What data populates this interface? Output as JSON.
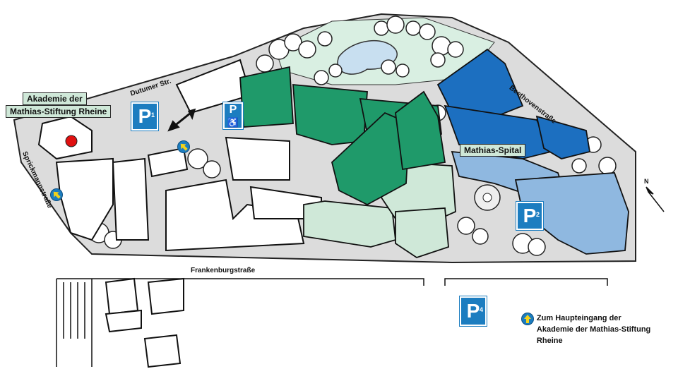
{
  "labels": {
    "akademie_line1": "Akademie der",
    "akademie_line2": "Mathias-Stiftung Rheine",
    "mathias_spital": "Mathias-Spital"
  },
  "streets": {
    "dutumer": "Dutumer Str.",
    "beethoven": "Beethovenstraße",
    "sprickmann": "Sprickmannstraße",
    "frankenburg": "Frankenburgstraße"
  },
  "parking": {
    "p_letter": "P",
    "p1": "1",
    "p2": "2",
    "p4": "4",
    "handicap_letter": "P"
  },
  "legend": {
    "line1": "Zum Haupteingang der",
    "line2": "Akademie der Mathias-Stiftung Rheine",
    "icon": "yellow-arrow-up-icon"
  },
  "compass": {
    "north": "N"
  },
  "colors": {
    "dark_green": "#1f9a6a",
    "light_green": "#cfe8d8",
    "dark_blue": "#1c6fc0",
    "light_blue": "#8fb8e0",
    "parking_blue": "#1c7dc0",
    "entrance_dot": "#e01010",
    "arrow_yellow": "#f2d21b"
  }
}
